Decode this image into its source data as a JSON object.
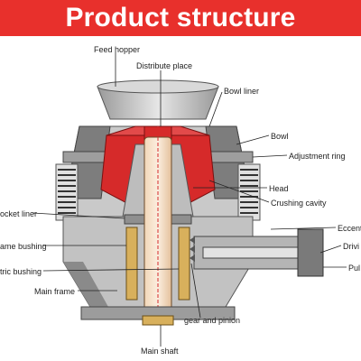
{
  "header": {
    "title": "Product structure"
  },
  "colors": {
    "banner": "#e8302c",
    "mantle_red": "#d62a2a",
    "metal": "#bdbdbd",
    "metal_dark": "#8c8c8c"
  },
  "labels": {
    "feed_hopper": "Feed hopper",
    "distribute_place": "Distribute place",
    "bowl_liner": "Bowl liner",
    "bowl": "Bowl",
    "adjustment_ring": "Adjustment ring",
    "head": "Head",
    "crushing_cavity": "Crushing cavity",
    "socket_liner": "ocket liner",
    "frame_bushing": "ame bushing",
    "eccentric_bushing": "tric bushing",
    "main_frame": "Main frame",
    "gear_and_pinion": "gear and pinion",
    "main_shaft": "Main shaft",
    "eccentric": "Eccent",
    "drive": "Drivi",
    "pulley": "Pul"
  }
}
